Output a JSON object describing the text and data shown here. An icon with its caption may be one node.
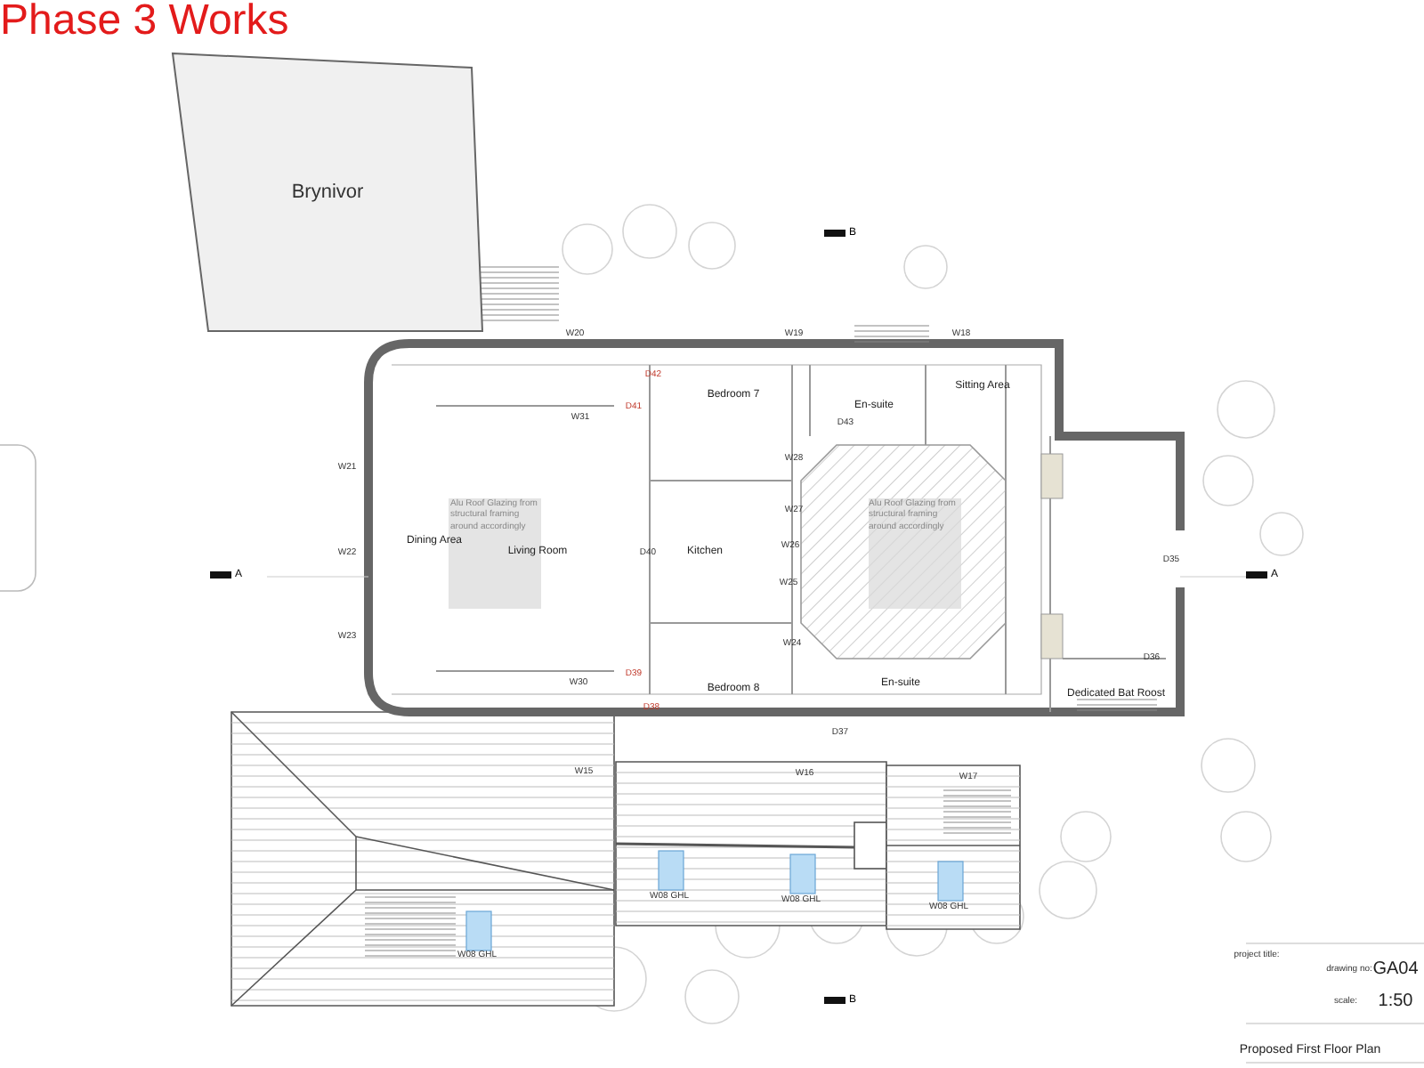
{
  "diagram": {
    "title": "Phase 3 Works",
    "nodes": [
      {
        "text": [
          "Brynivor"
        ]
      },
      {
        "text": [
          "Dining Area"
        ]
      },
      {
        "text": [
          "Living Room"
        ]
      },
      {
        "text": [
          "Kitchen"
        ]
      },
      {
        "text": [
          "Bedroom 7"
        ]
      },
      {
        "text": [
          "Bedroom 8"
        ]
      },
      {
        "text": [
          "En-suite"
        ]
      },
      {
        "text": [
          "Sitting Area"
        ]
      },
      {
        "text": [
          "En-suite"
        ]
      },
      {
        "text": [
          "Dedicated Bat Roost"
        ]
      }
    ],
    "edges": [],
    "labels": [
      "W20",
      "W19",
      "W18",
      "W21",
      "W22",
      "W23",
      "W31",
      "W30",
      "D42",
      "D41",
      "D40",
      "D39",
      "D38",
      "W28",
      "W27",
      "W26",
      "W25",
      "W24",
      "D43",
      "D37",
      "D35",
      "D36",
      "W15",
      "W16",
      "W17",
      "W08 GHL",
      "W08 GHL",
      "W08 GHL",
      "W08 GHL",
      "A",
      "A",
      "B",
      "B",
      "Alu Roof Glazing from structural framing around accordingly",
      "Alu Roof Glazing from structural framing around accordingly",
      "project title:",
      "drawing no:",
      "GA04",
      "scale:",
      "1:50",
      "Proposed First Floor Plan"
    ]
  }
}
